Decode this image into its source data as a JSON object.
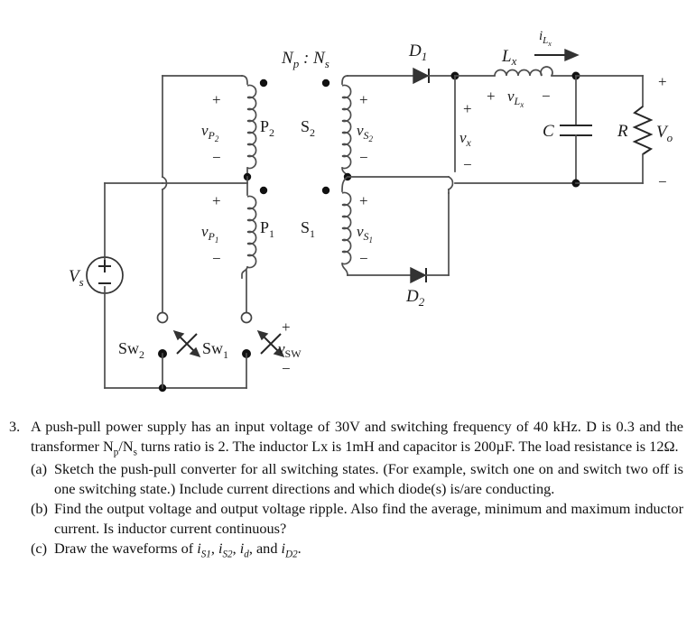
{
  "circuit": {
    "title_ratio": "Np : Ns",
    "source_label": "Vs",
    "primary": {
      "winding_top_name": "P2",
      "winding_top_voltage": "vP2",
      "winding_bottom_name": "P1",
      "winding_bottom_voltage": "vP1"
    },
    "secondary": {
      "winding_top_name": "S2",
      "winding_top_voltage": "vS2",
      "winding_bottom_name": "S1",
      "winding_bottom_voltage": "vS1"
    },
    "diodes": {
      "top": "D1",
      "bottom": "D2"
    },
    "inductor": {
      "label": "Lx",
      "current_label": "iLx",
      "voltage_label": "vLx"
    },
    "node_voltage": "vx",
    "capacitor": "C",
    "resistor": "R",
    "output_voltage": "Vo",
    "switches": {
      "left": "Sw2",
      "right": "Sw1",
      "switch_voltage": "vSW"
    },
    "polarity_plus": "+",
    "polarity_minus": "−"
  },
  "question": {
    "number": "3.",
    "stem": "A push-pull power supply has an input voltage of 30V and switching frequency of 40 kHz. D is 0.3 and the transformer Np/Ns turns ratio is 2. The inductor Lx is 1mH and capacitor is 200µF. The load resistance is 12Ω.",
    "parts": [
      {
        "tag": "(a)",
        "text": "Sketch the push-pull converter for all switching states. (For example, switch one on and switch two off is one switching state.) Include current directions and which diode(s) is/are conducting."
      },
      {
        "tag": "(b)",
        "text": "Find the output voltage and output voltage ripple.  Also find the average, minimum and maximum inductor current. Is inductor current continuous?"
      },
      {
        "tag": "(c)",
        "text": "Draw the waveforms of iS1, iS2, id, and iD2."
      }
    ]
  }
}
